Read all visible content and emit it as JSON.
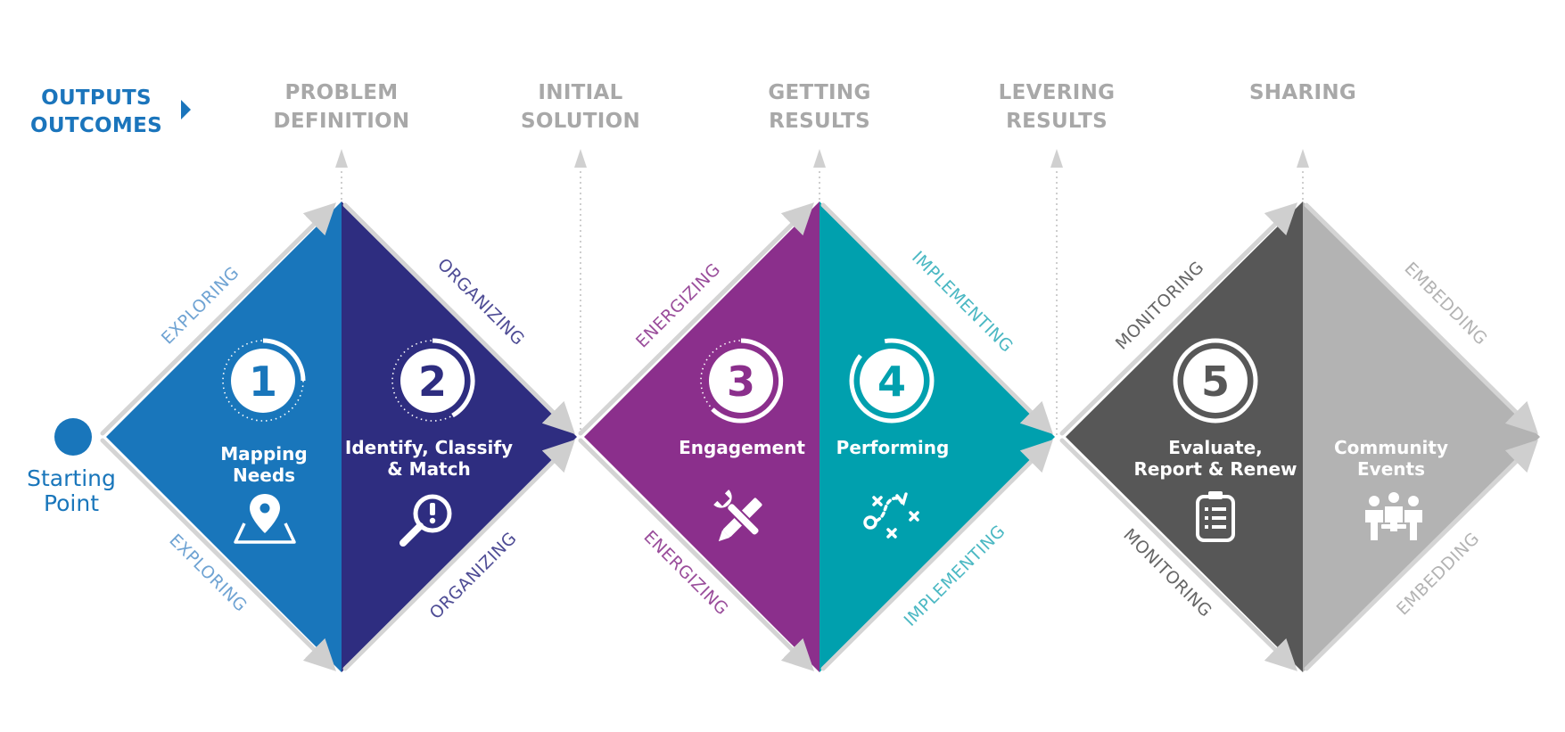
{
  "legend": {
    "line1": "OUTPUTS",
    "line2": "OUTCOMES",
    "color": "#1b75bc"
  },
  "outputs": [
    {
      "line1": "PROBLEM",
      "line2": "DEFINITION"
    },
    {
      "line1": "INITIAL",
      "line2": "SOLUTION"
    },
    {
      "line1": "GETTING",
      "line2": "RESULTS"
    },
    {
      "line1": "LEVERING",
      "line2": "RESULTS"
    },
    {
      "line1": "SHARING",
      "line2": ""
    }
  ],
  "start": {
    "line1": "Starting",
    "line2": "Point"
  },
  "stages": [
    {
      "number": "1",
      "title1": "Mapping",
      "title2": "Needs",
      "edge_label": "EXPLORING",
      "color": "#1976bb",
      "label_color": "#6fa3d3",
      "icon": "map-pin-icon"
    },
    {
      "number": "2",
      "title1": "Identify, Classify",
      "title2": "& Match",
      "edge_label": "ORGANIZING",
      "color": "#2e2d80",
      "label_color": "#4e4c95",
      "icon": "magnifier-alert-icon"
    },
    {
      "number": "3",
      "title1": "Engagement",
      "title2": "",
      "edge_label": "ENERGIZING",
      "color": "#8b2f8c",
      "label_color": "#9a4d9b",
      "icon": "wrench-pencil-icon"
    },
    {
      "number": "4",
      "title1": "Performing",
      "title2": "",
      "edge_label": "IMPLEMENTING",
      "color": "#00a0ae",
      "label_color": "#4bb8c3",
      "icon": "strategy-play-icon"
    },
    {
      "number": "5",
      "title1": "Evaluate,",
      "title2": "Report & Renew",
      "edge_label": "MONITORING",
      "color": "#575757",
      "label_color": "#666666",
      "icon": "clipboard-list-icon"
    },
    {
      "number": "",
      "title1": "Community",
      "title2": "Events",
      "edge_label": "EMBEDDING",
      "color": "#b3b3b3",
      "label_color": "#b3b3b3",
      "icon": "community-people-icon"
    }
  ],
  "colors": {
    "output_text": "#a8a8a8",
    "arrow": "#d4d4d4"
  }
}
